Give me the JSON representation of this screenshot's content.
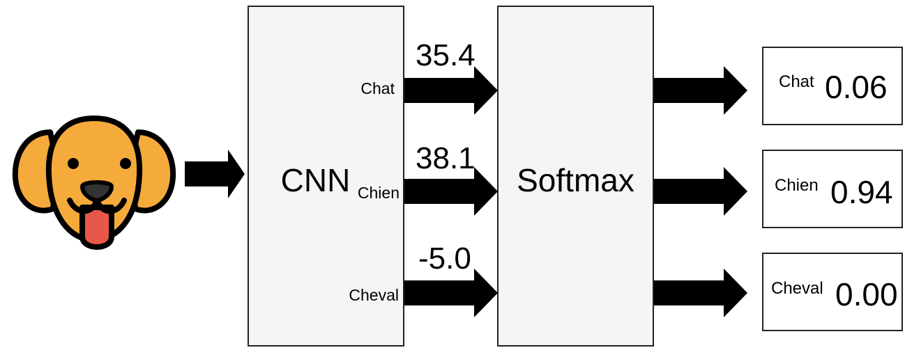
{
  "cnn": {
    "label": "CNN"
  },
  "softmax": {
    "label": "Softmax"
  },
  "cnn_outputs": [
    {
      "class": "Chat",
      "score": "35.4"
    },
    {
      "class": "Chien",
      "score": "38.1"
    },
    {
      "class": "Cheval",
      "score": "-5.0"
    }
  ],
  "probabilities": [
    {
      "class": "Chat",
      "value": "0.06"
    },
    {
      "class": "Chien",
      "value": "0.94"
    },
    {
      "class": "Cheval",
      "value": "0.00"
    }
  ],
  "colors": {
    "dog_fur": "#F5AA3C",
    "dog_tongue": "#E8584A",
    "box_fill": "#F5F5F5",
    "stroke": "#000000"
  },
  "icons": {
    "input_image": "dog-face-icon"
  }
}
